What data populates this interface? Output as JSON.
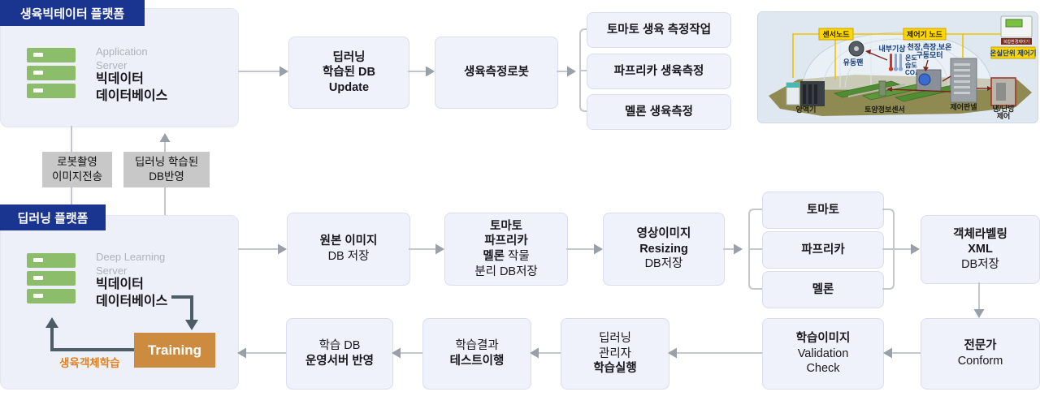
{
  "colors": {
    "navy": "#1a3590",
    "flow_box_fill": "#f0f2fb",
    "flow_box_border": "#d9ddee",
    "platform_fill": "#edf0f8",
    "gray_label": "#c8c8c8",
    "arrow_line": "#c4c7ce",
    "arrow_head": "#9aa0aa",
    "dark_arrow": "#4d5c66",
    "training_orange": "#cc8b3e",
    "growth_text_orange": "#e0801f",
    "server_green": "#8cbd6b",
    "greenhouse_bg": "#dfe8f1",
    "ground_olive": "#8f8a52",
    "label_yellow": "#ffd500"
  },
  "bigdata_platform": {
    "tab": "생육빅테이터 플랫폼",
    "server_type_l1": "Application",
    "server_type_l2": "Server",
    "server_name_l1": "빅데이터",
    "server_name_l2": "데이터베이스"
  },
  "deep_platform": {
    "tab": "딥러닝 플랫폼",
    "server_type_l1": "Deep Learning",
    "server_type_l2": "Server",
    "server_name_l1": "빅데이터",
    "server_name_l2": "데이터베이스",
    "training": "Training",
    "growth_object_learning": "생육객체학습"
  },
  "transfer": {
    "robot_capture_l1": "로봇촬영",
    "robot_capture_l2": "이미지전송",
    "db_reflect_l1": "딥러닝 학습된",
    "db_reflect_l2": "DB반영"
  },
  "top_flow": {
    "db_update_l1": "딥러닝",
    "db_update_l2": "학습된 DB",
    "db_update_l3": "Update",
    "robot": "생육측정로봇",
    "measure_tomato": "토마토 생육 측정작업",
    "measure_paprika": "파프리카 생육측정",
    "measure_melon": "멜론 생육측정"
  },
  "mid_flow": {
    "original_l1": "원본 이미지",
    "original_l2": "DB 저장",
    "separate_l1": "토마토",
    "separate_l2": "파프리카",
    "separate_l3_b": "멜론",
    "separate_l3_r": "작물",
    "separate_l4": "분리 DB저장",
    "resize_l1": "영상이미지",
    "resize_l2": "Resizing",
    "resize_l3": "DB저장",
    "crop_tomato": "토마토",
    "crop_paprika": "파프리카",
    "crop_melon": "멜론",
    "labeling_l1": "객체라벨링",
    "labeling_l2": "XML",
    "labeling_l3": "DB저장"
  },
  "bottom_flow": {
    "expert_l1": "전문가",
    "expert_l2": "Conform",
    "validation_l1": "학습이미지",
    "validation_l2": "Validation",
    "validation_l3": "Check",
    "manager_l1": "딥러닝",
    "manager_l2": "관리자",
    "manager_l3": "학습실행",
    "test_l1": "학습결과",
    "test_l2": "테스트이행",
    "deploy_l1": "학습 DB",
    "deploy_l2": "운영서버 반영"
  },
  "greenhouse": {
    "sensor_node": "센서노드",
    "controller_node": "제어기 노드",
    "unit_controller": "온실단위 제어기",
    "device_label": "복합환경제어기",
    "inner_weather": "내부기상",
    "motor_l1": "천장,측장,보온",
    "motor_l2": "구동모터",
    "temp": "온도",
    "humidity": "습도",
    "co2": "CO₂",
    "fan": "유동팬",
    "nutrient": "양액기",
    "soil_sensor": "토양정보센서",
    "control_panel": "제어판넬",
    "hvac_l1": "냉/난방",
    "hvac_l2": "제어"
  }
}
